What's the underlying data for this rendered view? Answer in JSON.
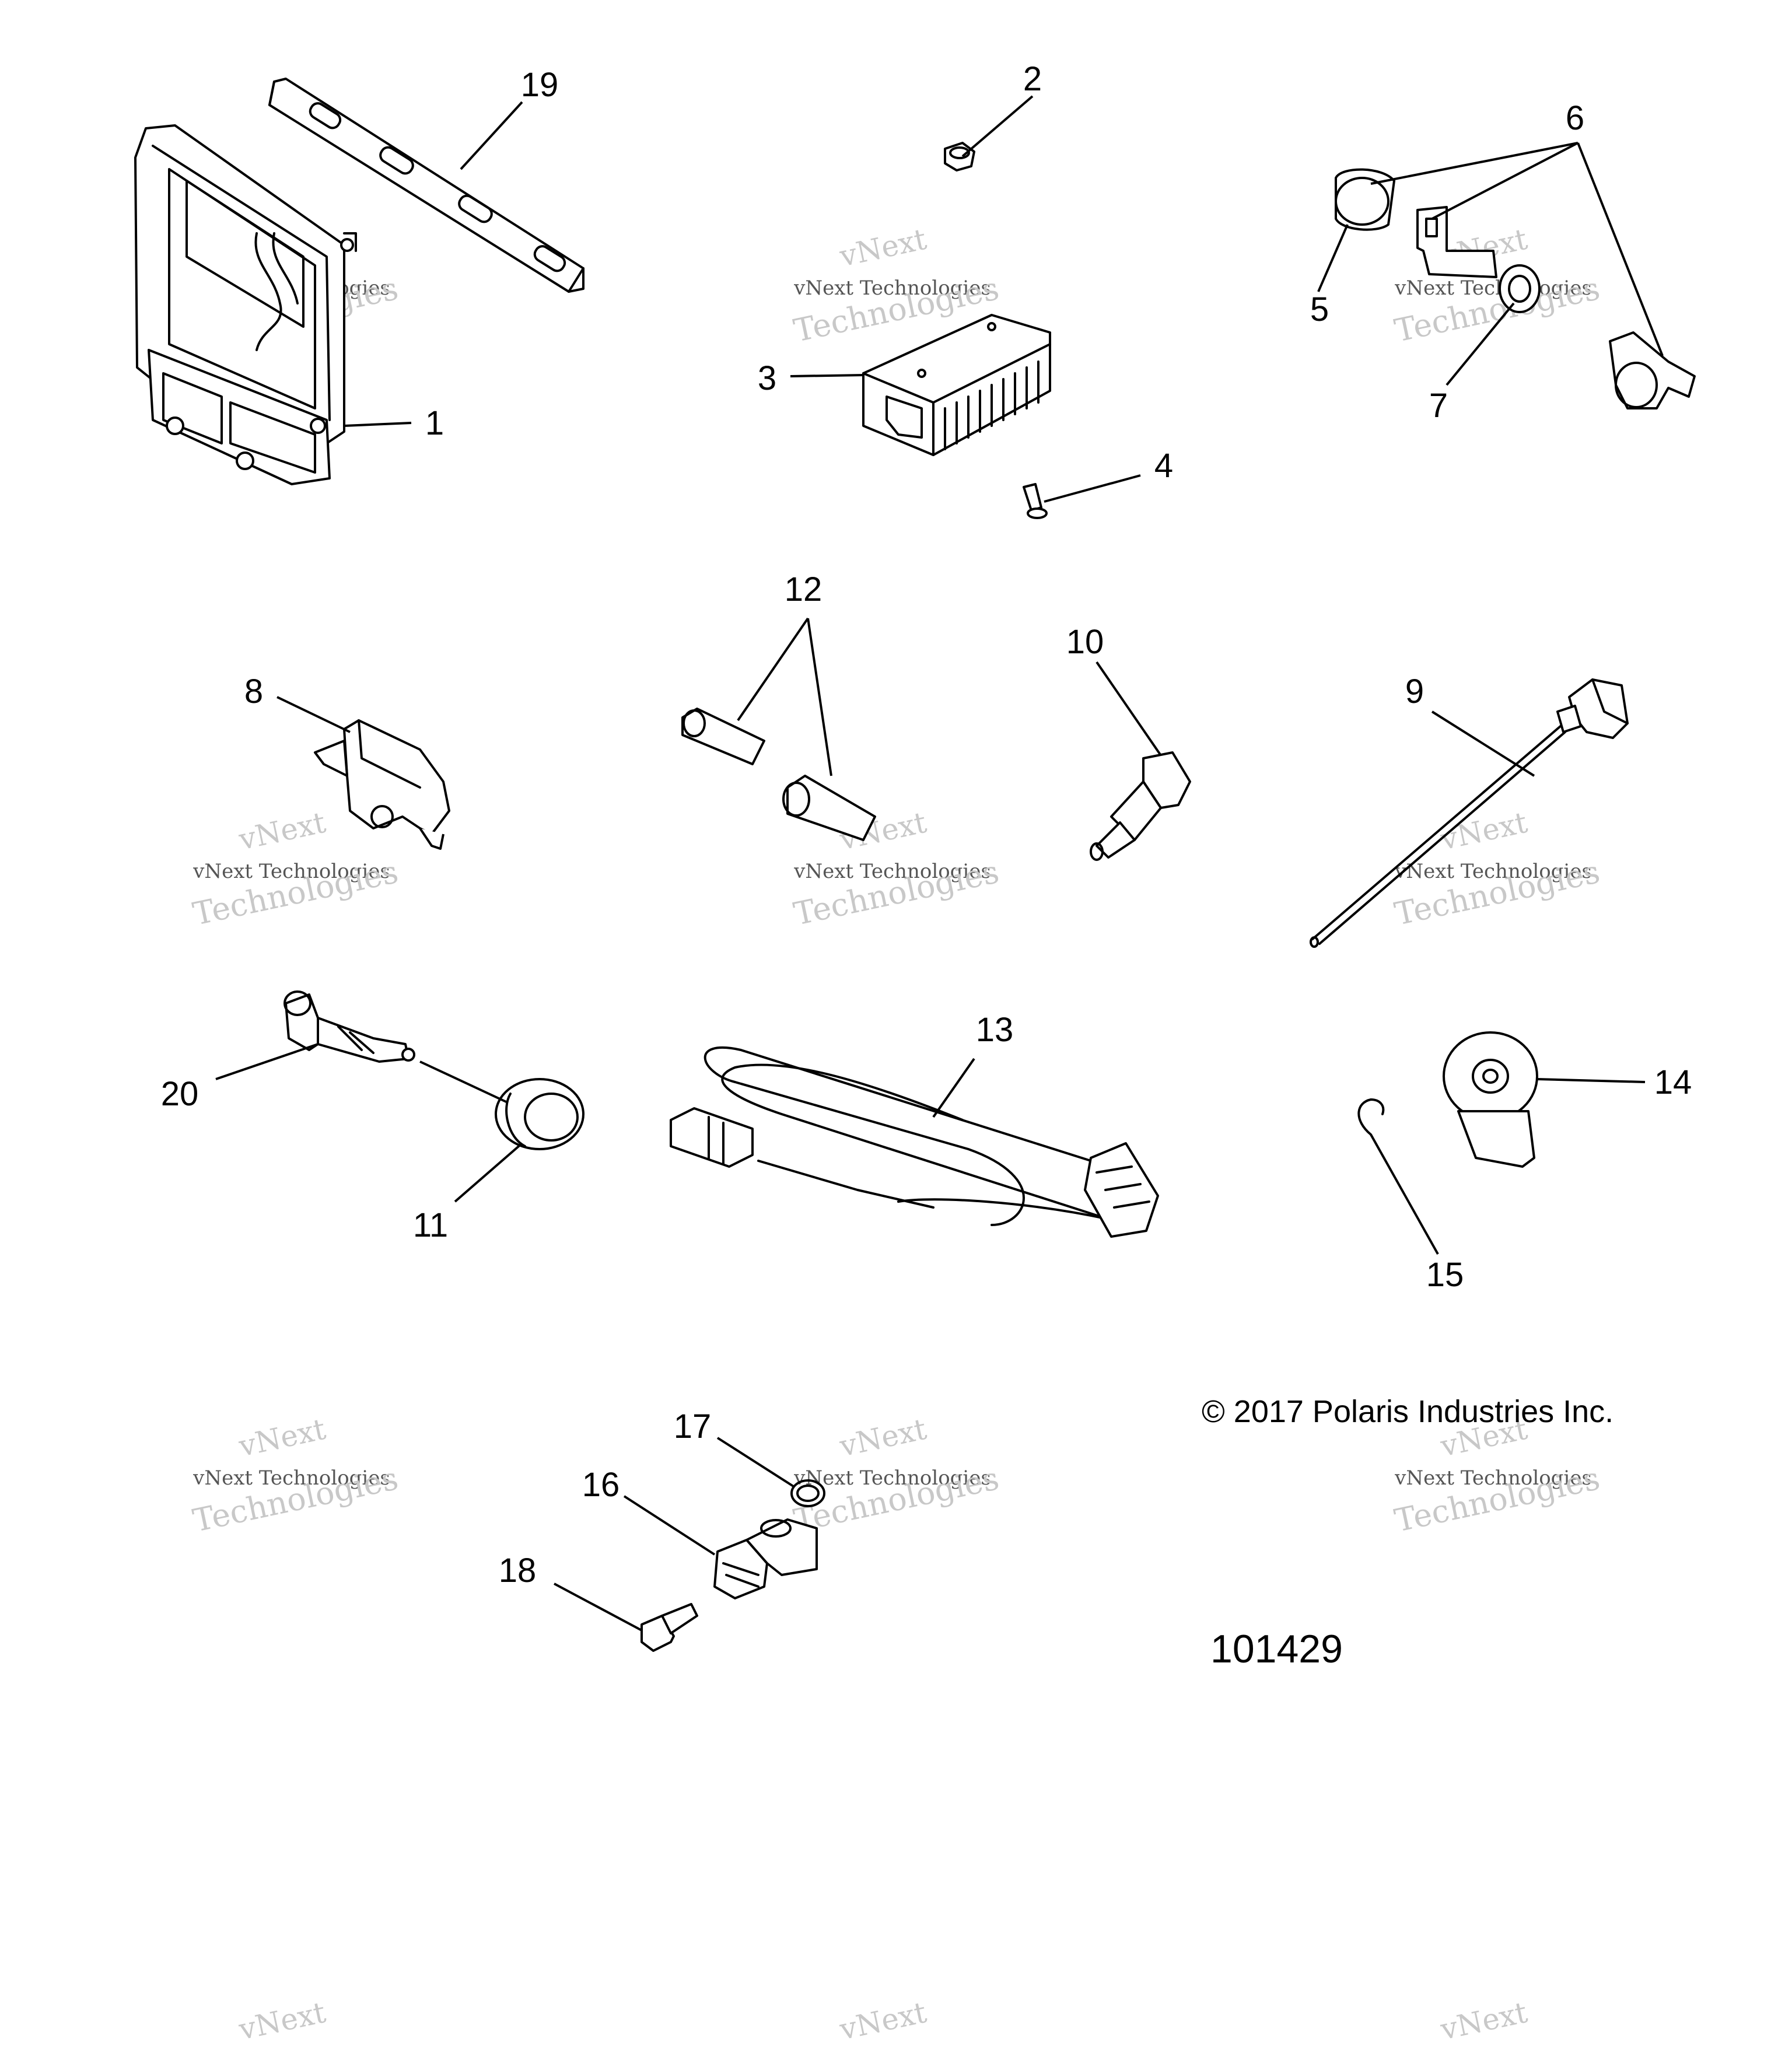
{
  "callouts": [
    {
      "id": "1",
      "label": "1"
    },
    {
      "id": "2",
      "label": "2"
    },
    {
      "id": "3",
      "label": "3"
    },
    {
      "id": "4",
      "label": "4"
    },
    {
      "id": "5",
      "label": "5"
    },
    {
      "id": "6",
      "label": "6"
    },
    {
      "id": "7",
      "label": "7"
    },
    {
      "id": "8",
      "label": "8"
    },
    {
      "id": "9",
      "label": "9"
    },
    {
      "id": "10",
      "label": "10"
    },
    {
      "id": "11",
      "label": "11"
    },
    {
      "id": "12",
      "label": "12"
    },
    {
      "id": "13",
      "label": "13"
    },
    {
      "id": "14",
      "label": "14"
    },
    {
      "id": "15",
      "label": "15"
    },
    {
      "id": "16",
      "label": "16"
    },
    {
      "id": "17",
      "label": "17"
    },
    {
      "id": "18",
      "label": "18"
    },
    {
      "id": "19",
      "label": "19"
    },
    {
      "id": "20",
      "label": "20"
    }
  ],
  "copyright": "© 2017 Polaris Industries Inc.",
  "figure_number": "101429",
  "watermark": {
    "line1": "vNext",
    "line2": "vNext Technologies",
    "line3": "Technologies",
    "color": "#c8c8c8"
  }
}
